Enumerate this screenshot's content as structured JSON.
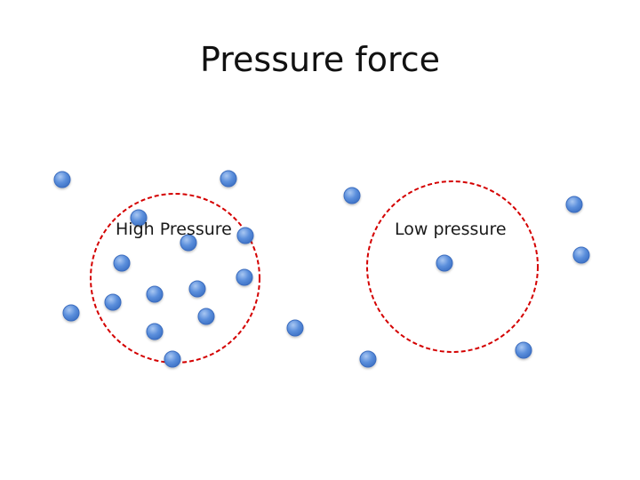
{
  "slide": {
    "title": "Pressure force"
  },
  "regions": {
    "high": {
      "label": "High Pressure"
    },
    "low": {
      "label": "Low pressure"
    }
  },
  "colors": {
    "molecule_fill": "#5b8fdc",
    "molecule_stroke": "#3a6cbf",
    "boundary": "#d40000",
    "text": "#111111"
  }
}
